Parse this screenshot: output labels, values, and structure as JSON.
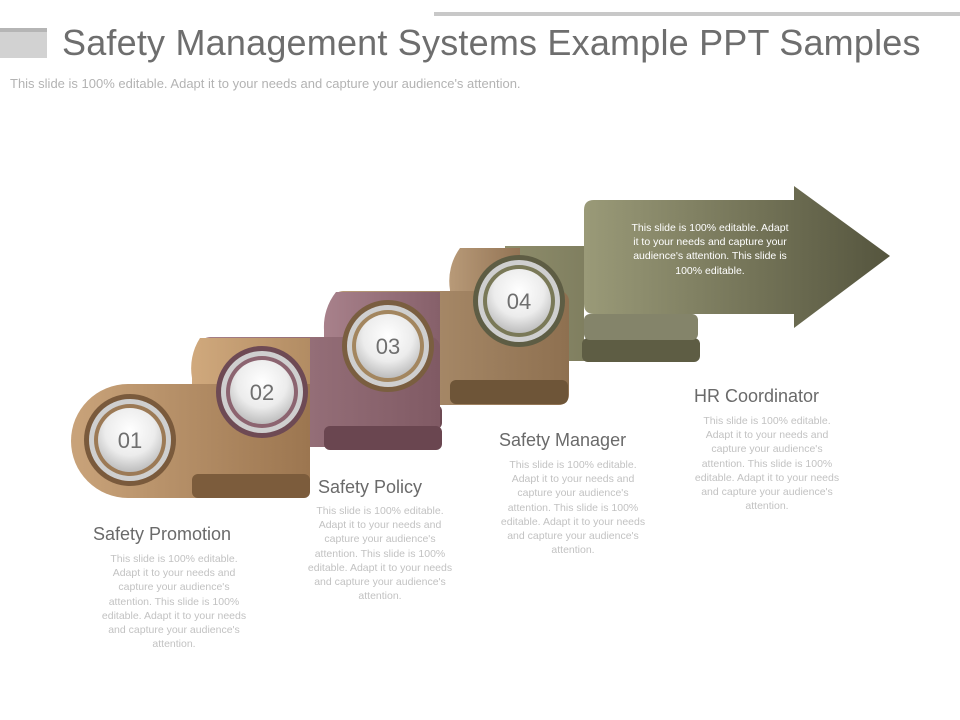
{
  "header": {
    "title": "Safety Management Systems Example PPT Samples",
    "subtitle": "This slide is 100% editable. Adapt it to your needs and capture your audience's attention."
  },
  "arrow_text": "This slide is 100% editable. Adapt it to your needs and capture your audience's attention. This slide is 100% editable.",
  "steps": [
    {
      "number": "01",
      "heading": "Safety Promotion",
      "color": "#b08a5e",
      "text": "This slide is 100% editable. Adapt it to your needs and capture your audience's attention. This slide is 100% editable. Adapt it to your needs and capture your audience's attention."
    },
    {
      "number": "02",
      "heading": "Safety Policy",
      "color": "#8c6470",
      "text": "This slide is 100% editable. Adapt it to your needs and capture your audience's attention. This slide is 100% editable. Adapt it to your needs and capture your audience's attention."
    },
    {
      "number": "03",
      "heading": "Safety Manager",
      "color": "#9c7f62",
      "text": "This slide is 100% editable. Adapt it to your needs and capture your audience's attention. This slide is 100% editable. Adapt it to your needs and capture your audience's attention."
    },
    {
      "number": "04",
      "heading": "HR Coordinator",
      "color": "#6e6d50",
      "text": "This slide is 100% editable. Adapt it to your needs and capture your audience's attention. This slide is 100% editable. Adapt it to your needs and capture your audience's attention."
    }
  ]
}
